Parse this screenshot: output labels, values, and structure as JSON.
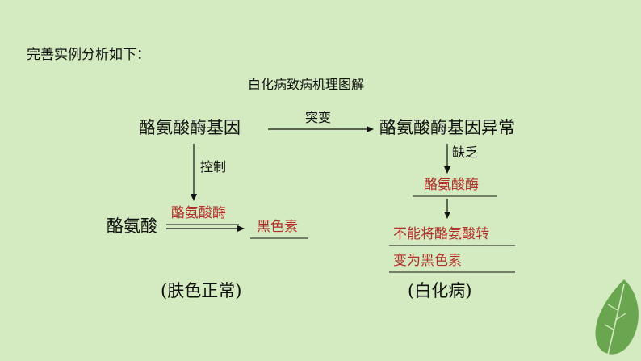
{
  "intro": "完善实例分析如下：",
  "title": "白化病致病机理图解",
  "normal": {
    "gene": "酪氨酸酶基因",
    "control_label": "控制",
    "substrate": "酪氨酸",
    "enzyme": "酪氨酸酶",
    "product": "黑色素",
    "caption": "(肤色正常)"
  },
  "mutation_label": "突变",
  "albino": {
    "gene": "酪氨酸酶基因异常",
    "lack_label": "缺乏",
    "enzyme": "酪氨酸酶",
    "result_line1": "不能将酪氨酸转",
    "result_line2": "变为黑色素",
    "caption": "(白化病)"
  },
  "colors": {
    "background": "#d4eac0",
    "answer_text": "#b2302a"
  },
  "icons": [
    "leaf-icon"
  ]
}
